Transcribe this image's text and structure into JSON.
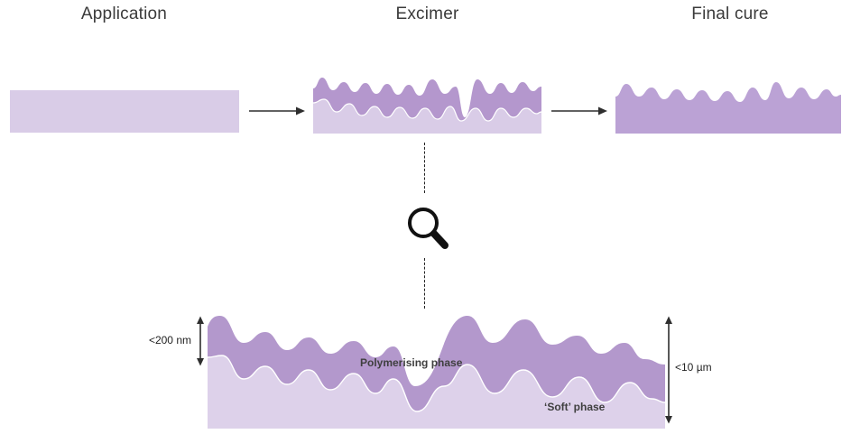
{
  "diagram": {
    "stages": [
      {
        "label": "Application"
      },
      {
        "label": "Excimer"
      },
      {
        "label": "Final cure"
      }
    ],
    "detail": {
      "top_layer_label": "Polymerising phase",
      "bottom_layer_label": "‘Soft’ phase",
      "top_layer_thickness": "<200 nm",
      "total_thickness": "<10 µm"
    }
  },
  "icons": {
    "magnifier": "magnifying-glass-icon",
    "flow_arrow": "arrow-right-icon",
    "measure_arrow": "double-headed-arrow-icon"
  },
  "colors": {
    "uncured_light": "#d9cce7",
    "polymerising_dark": "#b497cd",
    "cured_purple": "#bba2d5",
    "detail_light": "#ddd1ea",
    "detail_dark": "#b398cc",
    "line": "#2e2e2e",
    "icon": "#111111"
  }
}
